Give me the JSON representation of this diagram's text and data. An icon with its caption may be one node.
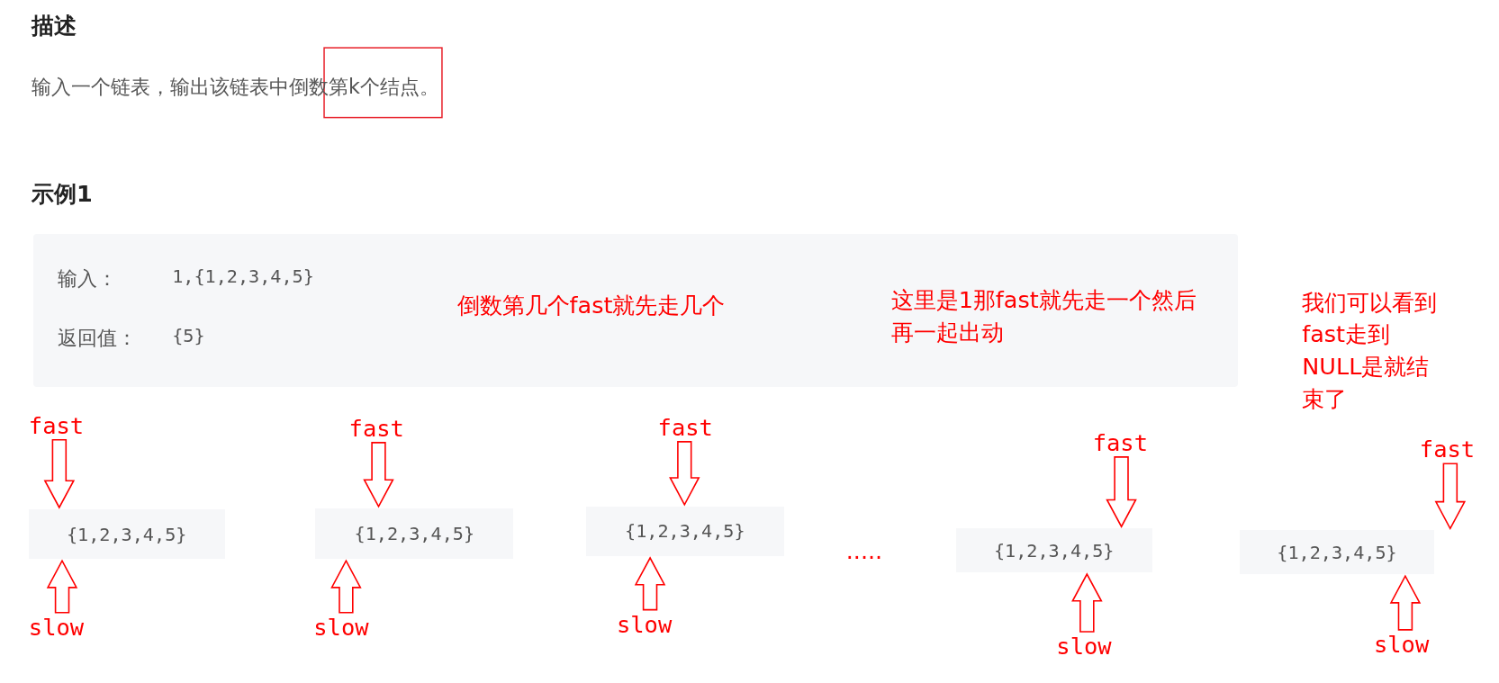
{
  "diagram": {
    "nodes": [
      {
        "text": [
          "输入：",
          "1,{1,2,3,4,5}",
          "返回值：",
          "{5}"
        ]
      },
      {
        "text": [
          "fast"
        ]
      },
      {
        "text": [
          "{1,2,3,4,5}"
        ]
      },
      {
        "text": [
          "slow"
        ]
      },
      {
        "text": [
          "fast"
        ]
      },
      {
        "text": [
          "{1,2,3,4,5}"
        ]
      },
      {
        "text": [
          "slow"
        ]
      },
      {
        "text": [
          "fast"
        ]
      },
      {
        "text": [
          "{1,2,3,4,5}"
        ]
      },
      {
        "text": [
          "slow"
        ]
      },
      {
        "text": [
          "fast"
        ]
      },
      {
        "text": [
          "{1,2,3,4,5}"
        ]
      },
      {
        "text": [
          "slow"
        ]
      },
      {
        "text": [
          "fast"
        ]
      },
      {
        "text": [
          "{1,2,3,4,5}"
        ]
      },
      {
        "text": [
          "slow"
        ]
      }
    ],
    "edges": [
      {
        "from": 1,
        "to": 2,
        "arrow": "to",
        "color": "#ff0000"
      },
      {
        "from": 3,
        "to": 2,
        "arrow": "to",
        "color": "#ff0000"
      },
      {
        "from": 4,
        "to": 5,
        "arrow": "to",
        "color": "#ff0000"
      },
      {
        "from": 6,
        "to": 5,
        "arrow": "to",
        "color": "#ff0000"
      },
      {
        "from": 7,
        "to": 8,
        "arrow": "to",
        "color": "#ff0000"
      },
      {
        "from": 9,
        "to": 8,
        "arrow": "to",
        "color": "#ff0000"
      },
      {
        "from": 10,
        "to": 11,
        "arrow": "to",
        "color": "#ff0000"
      },
      {
        "from": 12,
        "to": 11,
        "arrow": "to",
        "color": "#ff0000"
      },
      {
        "from": 13,
        "to": 14,
        "arrow": "to",
        "color": "#ff0000"
      },
      {
        "from": 15,
        "to": 14,
        "arrow": "to",
        "color": "#ff0000"
      }
    ],
    "labels": [
      "描述",
      "输入一个链表，输出该链表中倒数第k个结点。",
      "示例1",
      "倒数第几个fast就先走几个",
      "这里是1那fast就先走一个然后再一起出动",
      "我们可以看到fast走到NULL是就结束了",
      "....."
    ]
  }
}
